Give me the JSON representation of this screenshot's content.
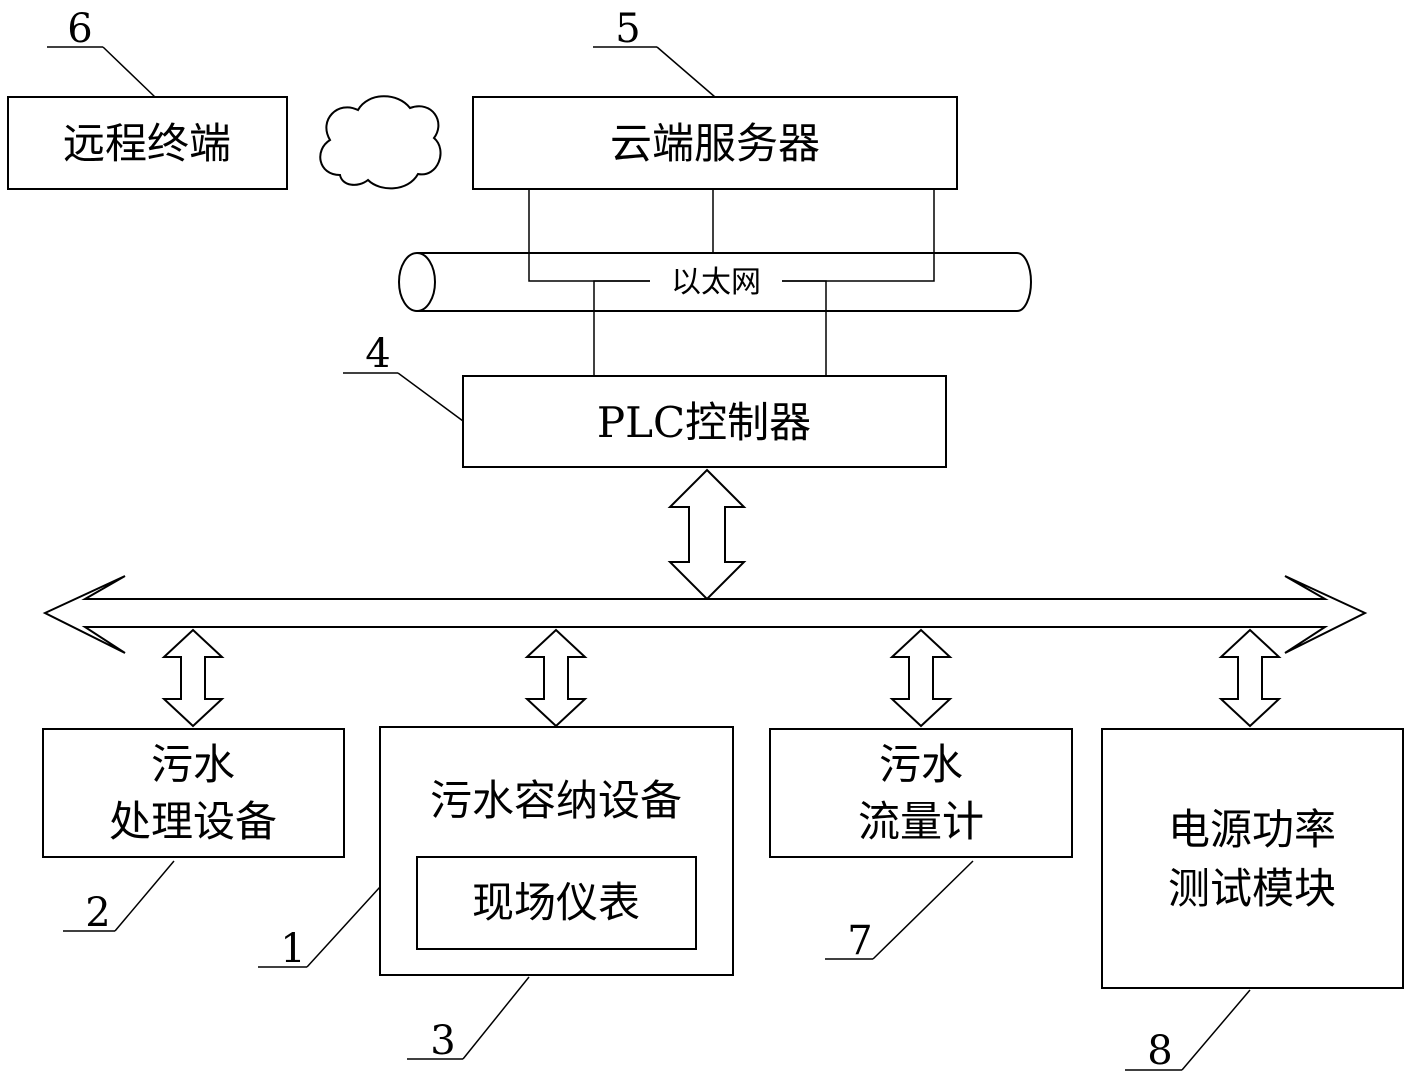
{
  "numbers": {
    "n1": "1",
    "n2": "2",
    "n3": "3",
    "n4": "4",
    "n5": "5",
    "n6": "6",
    "n7": "7",
    "n8": "8"
  },
  "remote_terminal": "远程终端",
  "cloud_server": "云端服务器",
  "ethernet": "以太网",
  "plc_controller": "PLC控制器",
  "sewage_treatment": {
    "line1": "污水",
    "line2": "处理设备"
  },
  "sewage_container": "污水容纳设备",
  "field_instrument": "现场仪表",
  "sewage_flowmeter": {
    "line1": "污水",
    "line2": "流量计"
  },
  "power_test": {
    "line1": "电源功率",
    "line2": "测试模块"
  }
}
